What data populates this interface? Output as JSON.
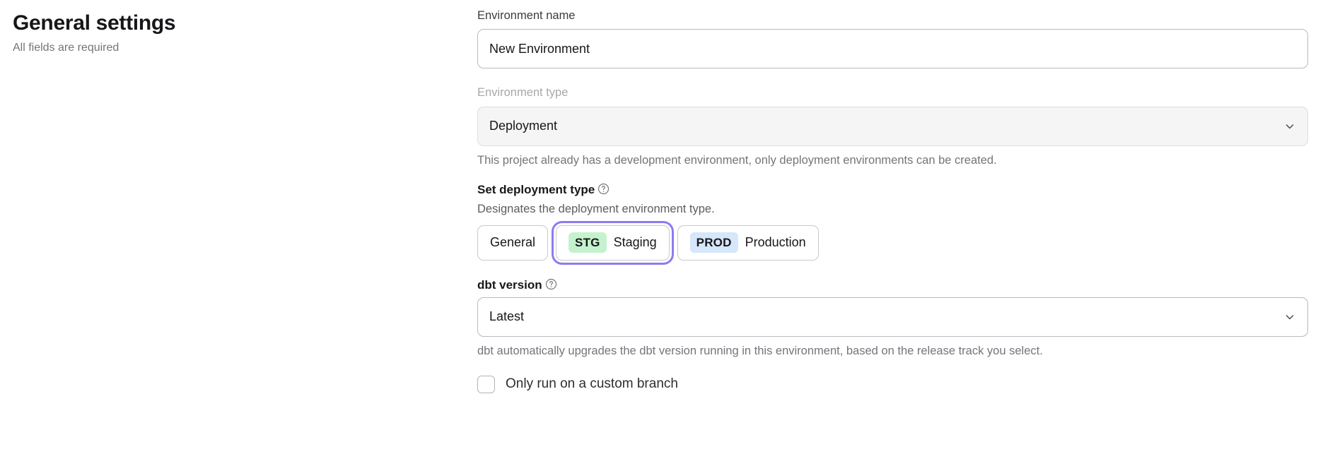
{
  "page": {
    "title": "General settings",
    "subtitle": "All fields are required"
  },
  "form": {
    "environment_name": {
      "label": "Environment name",
      "value": "New Environment",
      "placeholder": "Environment name"
    },
    "environment_type": {
      "label": "Environment type",
      "value": "Deployment",
      "disabled": true,
      "helper": "This project already has a development environment, only deployment environments can be created.",
      "chevron_icon": "chevron-down-icon"
    },
    "deployment_type": {
      "label": "Set deployment type",
      "help_icon": "help-circle-icon",
      "description": "Designates the deployment environment type.",
      "options": [
        {
          "badge": "",
          "label": "General",
          "selected": false,
          "focused": false,
          "badge_color": ""
        },
        {
          "badge": "STG",
          "label": "Staging",
          "selected": true,
          "focused": true,
          "badge_color": "#c4f2ce"
        },
        {
          "badge": "PROD",
          "label": "Production",
          "selected": false,
          "focused": false,
          "badge_color": "#d6e6fb"
        }
      ]
    },
    "dbt_version": {
      "label": "dbt version",
      "help_icon": "help-circle-icon",
      "value": "Latest",
      "helper": "dbt automatically upgrades the dbt version running in this environment, based on the release track you select.",
      "chevron_icon": "chevron-down-icon"
    },
    "custom_branch": {
      "label": "Only run on a custom branch",
      "checked": false
    }
  },
  "colors": {
    "focus_ring": "#8b7cf0",
    "stg_badge": "#c4f2ce",
    "prod_badge": "#d6e6fb",
    "disabled_bg": "#f5f5f6",
    "muted_text": "#75757a"
  }
}
